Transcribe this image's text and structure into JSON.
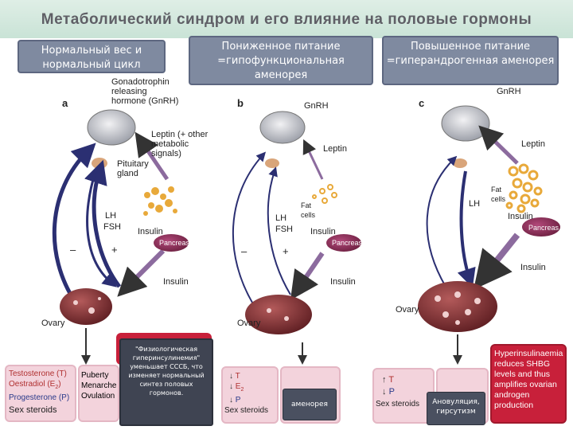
{
  "header": {
    "title": "Метаболический синдром и его влияние на половые гормоны"
  },
  "captions": {
    "normal": "Нормальный вес и нормальный цикл",
    "low": "Пониженное питание =гипофункциональная аменорея",
    "high": "Повышенное питание =гиперандрогенная аменорея"
  },
  "panels": {
    "a": {
      "letter": "a",
      "gnrh": "Gonadotrophin releasing hormone (GnRH)",
      "leptin": "Leptin (+ other metabolic signals)",
      "pituitary": "Pituitary gland",
      "lh": "LH",
      "fsh": "FSH",
      "insulin1": "Insulin",
      "insulin2": "Insulin",
      "pancreas": "Pancreas",
      "minus": "–",
      "plus": "+",
      "ovary": "Ovary",
      "steroids_t": "Testosterone (T)",
      "steroids_e": "Oestradiol (E",
      "steroids_e_sub": "2",
      "steroids_e_end": ")",
      "steroids_p": "Progesterone (P)",
      "sex_steroids": "Sex steroids",
      "puberty": "Puberty",
      "menarche": "Menarche",
      "ovulation": "Ovulation",
      "note": "\"Физиологическая гиперинсулинемия\" уменьшает СССБ, что изменяет нормальный синтез половых гормонов."
    },
    "b": {
      "letter": "b",
      "gnrh": "GnRH",
      "leptin": "Leptin",
      "fat_cells": "Fat cells",
      "lh": "LH",
      "fsh": "FSH",
      "insulin1": "Insulin",
      "insulin2": "Insulin",
      "pancreas": "Pancreas",
      "minus": "–",
      "plus": "+",
      "ovary": "Ovary",
      "steroid_t": "T",
      "steroid_e": "E",
      "steroid_e_sub": "2",
      "steroid_p": "P",
      "sex_steroids": "Sex steroids",
      "result": "аменорея"
    },
    "c": {
      "letter": "c",
      "gnrh": "GnRH",
      "leptin": "Leptin",
      "fat_cells": "Fat cells",
      "lh": "LH",
      "insulin1": "Insulin",
      "insulin2": "Insulin",
      "pancreas": "Pancreas",
      "ovary": "Ovary",
      "steroid_t": "T",
      "steroid_p": "P",
      "sex_steroids": "Sex steroids",
      "result": "Ановуляция, гирсутизм",
      "hyper": "Hyperinsulinaemia reduces SHBG levels and thus amplifies ovarian androgen production"
    }
  },
  "colors": {
    "title_bg": "#cfe6d9",
    "caption_box": "#7f8aa0",
    "arrow_dark": "#2b2f72",
    "arrow_purple": "#8c6b9e",
    "ovary": "#7a2c2f",
    "fat": "#e8a93a",
    "pancreas": "#8a2a50",
    "pink_box": "#f3d3dc",
    "red_box": "#c8203a"
  }
}
